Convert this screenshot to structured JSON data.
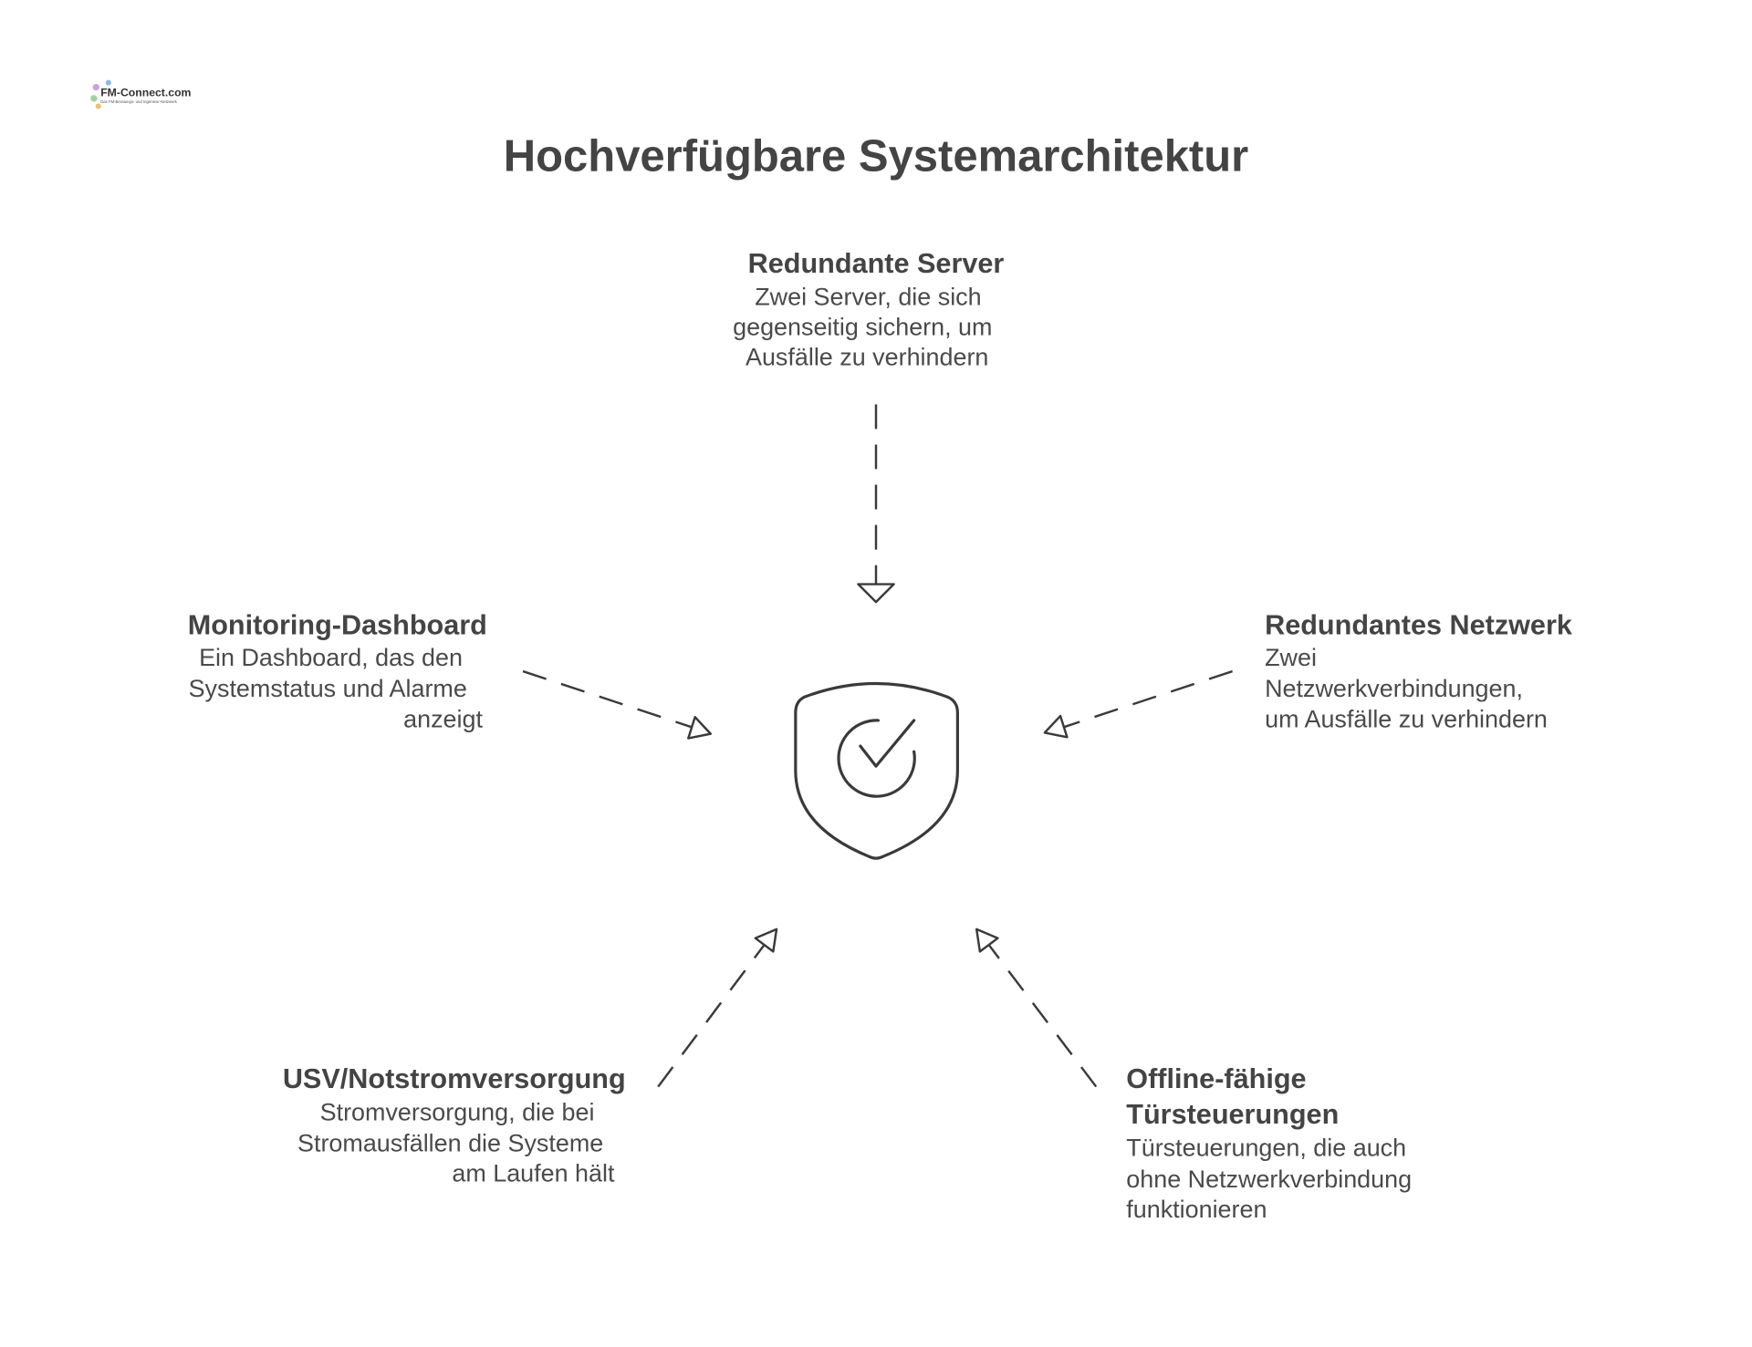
{
  "logo": {
    "text": "FM-Connect.com",
    "tagline": "Das FM-Beratungs- und Ingenieur-Netzwerk"
  },
  "title": "Hochverfügbare Systemarchitektur",
  "center_icon": "shield-check-icon",
  "nodes": {
    "server": {
      "heading": "Redundante Server",
      "lines": [
        "Zwei Server, die sich",
        "gegenseitig sichern, um",
        "Ausfälle zu verhindern"
      ]
    },
    "monitoring": {
      "heading": "Monitoring-Dashboard",
      "lines": [
        "Ein Dashboard, das den",
        "Systemstatus und Alarme",
        "anzeigt"
      ]
    },
    "network": {
      "heading": "Redundantes Netzwerk",
      "lines": [
        "Zwei",
        "Netzwerkverbindungen,",
        "um Ausfälle zu verhindern"
      ]
    },
    "usv": {
      "heading": "USV/Notstromversorgung",
      "lines": [
        "Stromversorgung, die bei",
        "Stromausfällen die Systeme",
        "am Laufen hält"
      ]
    },
    "offline": {
      "heading": [
        "Offline-fähige",
        "Türsteuerungen"
      ],
      "lines": [
        "Türsteuerungen, die auch",
        "ohne Netzwerkverbindung",
        "funktionieren"
      ]
    }
  }
}
